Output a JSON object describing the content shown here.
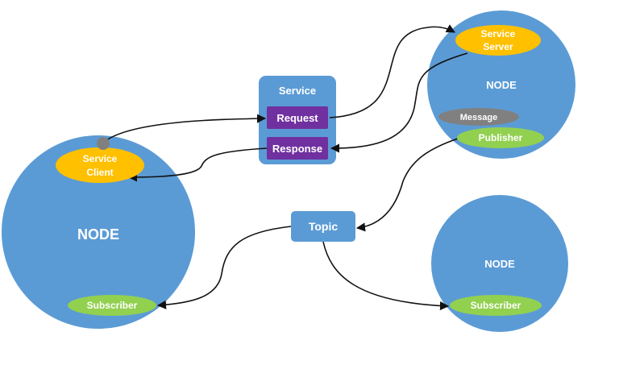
{
  "nodes": {
    "left": {
      "label": "NODE"
    },
    "top": {
      "label": "NODE"
    },
    "bottom": {
      "label": "NODE"
    }
  },
  "service": {
    "title": "Service",
    "request": "Request",
    "response": "Response"
  },
  "service_client": {
    "line1": "Service",
    "line2": "Client"
  },
  "service_server": {
    "line1": "Service",
    "line2": "Server"
  },
  "message": "Message",
  "publisher": "Publisher",
  "topic": "Topic",
  "subscriber_left": "Subscriber",
  "subscriber_right": "Subscriber",
  "colors": {
    "node": "#5b9bd5",
    "service_box": "#5b9bd5",
    "request_box": "#7030a0",
    "client_server": "#ffc000",
    "publisher_subscriber": "#92d050",
    "message": "#808080",
    "connector": "#111111"
  }
}
